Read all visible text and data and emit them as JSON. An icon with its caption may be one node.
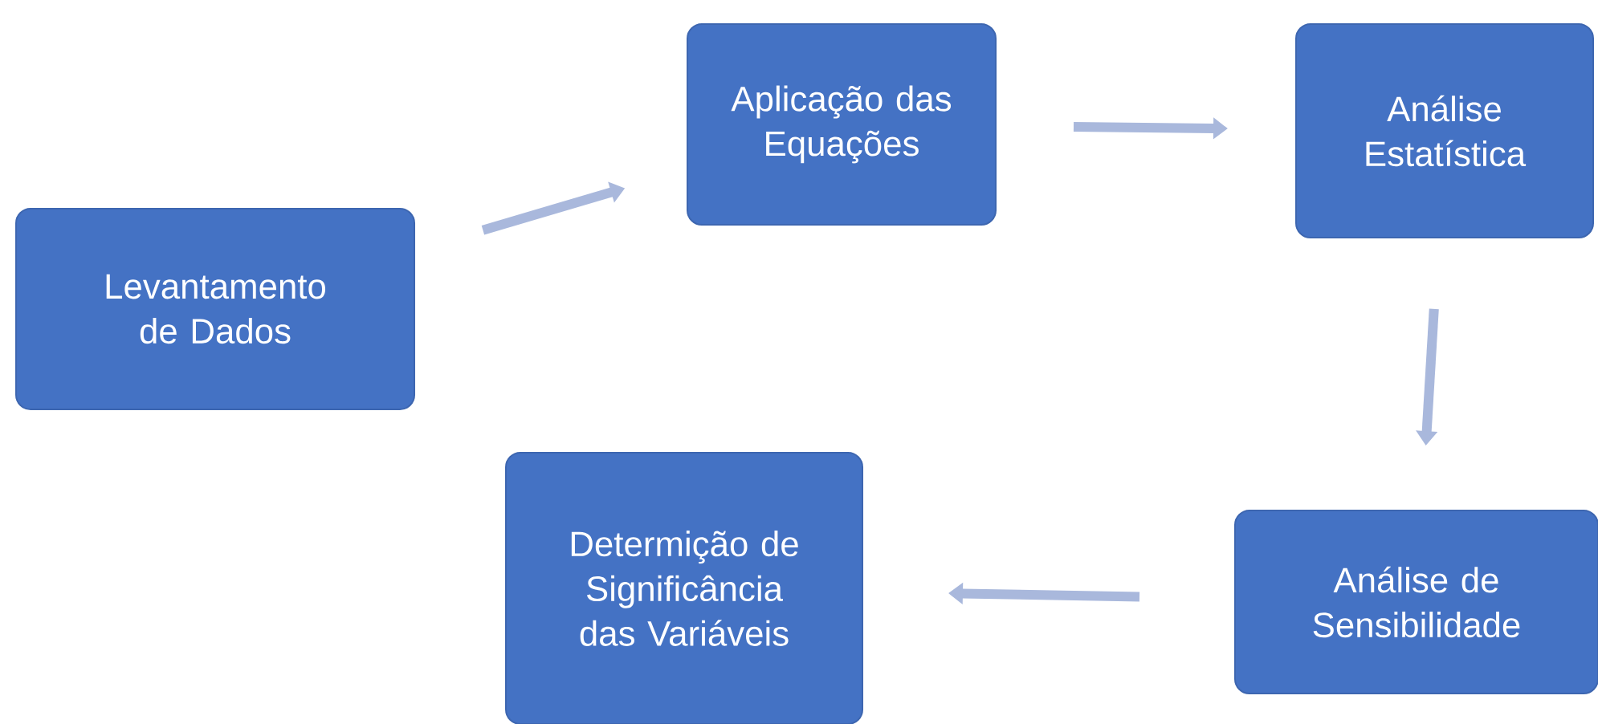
{
  "diagram": {
    "nodes": [
      {
        "text": [
          "Levantamento de Dados"
        ]
      },
      {
        "text": [
          "Aplicação das Equações"
        ]
      },
      {
        "text": [
          "Análise Estatística"
        ]
      },
      {
        "text": [
          "Análise de Sensibilidade"
        ]
      },
      {
        "text": [
          "Determição de Significância das Variáveis"
        ]
      }
    ],
    "edges": [
      {
        "from": 0,
        "to": 1,
        "arrow": "to"
      },
      {
        "from": 1,
        "to": 2,
        "arrow": "to"
      },
      {
        "from": 2,
        "to": 3,
        "arrow": "to"
      },
      {
        "from": 3,
        "to": 4,
        "arrow": "to"
      }
    ]
  }
}
